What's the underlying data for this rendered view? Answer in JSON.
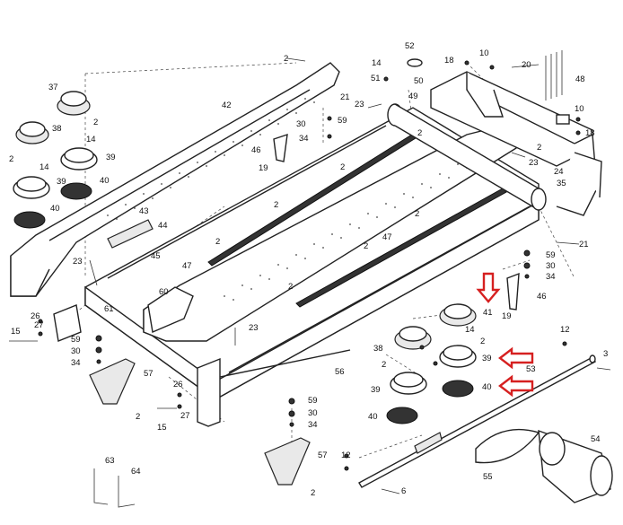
{
  "diagram": {
    "style": "exploded-parts-view",
    "highlight_color": "#d62020",
    "line_color": "#222222",
    "callouts": {
      "c2a": "2",
      "c14a": "14",
      "c51": "51",
      "c52": "52",
      "c50": "50",
      "c49": "49",
      "c18a": "18",
      "c10a": "10",
      "c20": "20",
      "c48": "48",
      "c37": "37",
      "c38a": "38",
      "c2b": "2",
      "c14b": "14",
      "c39a": "39",
      "c2c": "2",
      "c14c": "14",
      "c39b": "39",
      "c40a": "40",
      "c40b": "40",
      "c42": "42",
      "c21a": "21",
      "c23a": "23",
      "c59a": "59",
      "c30a": "30",
      "c34a": "34",
      "c46a": "46",
      "c19a": "19",
      "c10b": "10",
      "c18b": "18",
      "c2d": "2",
      "c2e": "2",
      "c23b": "23",
      "c24": "24",
      "c35": "35",
      "c2f": "2",
      "c2g": "2",
      "c2h": "2",
      "c43": "43",
      "c44": "44",
      "c45": "45",
      "c2i": "2",
      "c47a": "47",
      "c47b": "47",
      "c2j": "2",
      "c21b": "21",
      "c23c": "23",
      "c59b": "59",
      "c30b": "30",
      "c34b": "34",
      "c2k": "2",
      "c46b": "46",
      "c60": "60",
      "c61": "61",
      "c41": "41",
      "c19b": "19",
      "c14d": "14",
      "c2l": "2",
      "c26a": "26",
      "c15a": "15",
      "c27a": "27",
      "c59c": "59",
      "c30c": "30",
      "c34c": "34",
      "c23d": "23",
      "c38b": "38",
      "c2m": "2",
      "c39c": "39",
      "c12a": "12",
      "c3": "3",
      "c53": "53",
      "c39d": "39",
      "c40c": "40",
      "c57a": "57",
      "c2n": "2",
      "c56": "56",
      "c26b": "26",
      "c15b": "15",
      "c27b": "27",
      "c59d": "59",
      "c30d": "30",
      "c34d": "34",
      "c40d": "40",
      "c54": "54",
      "c12b": "12",
      "c57b": "57",
      "c55": "55",
      "c63": "63",
      "c64": "64",
      "c6": "6",
      "c2o": "2"
    }
  }
}
